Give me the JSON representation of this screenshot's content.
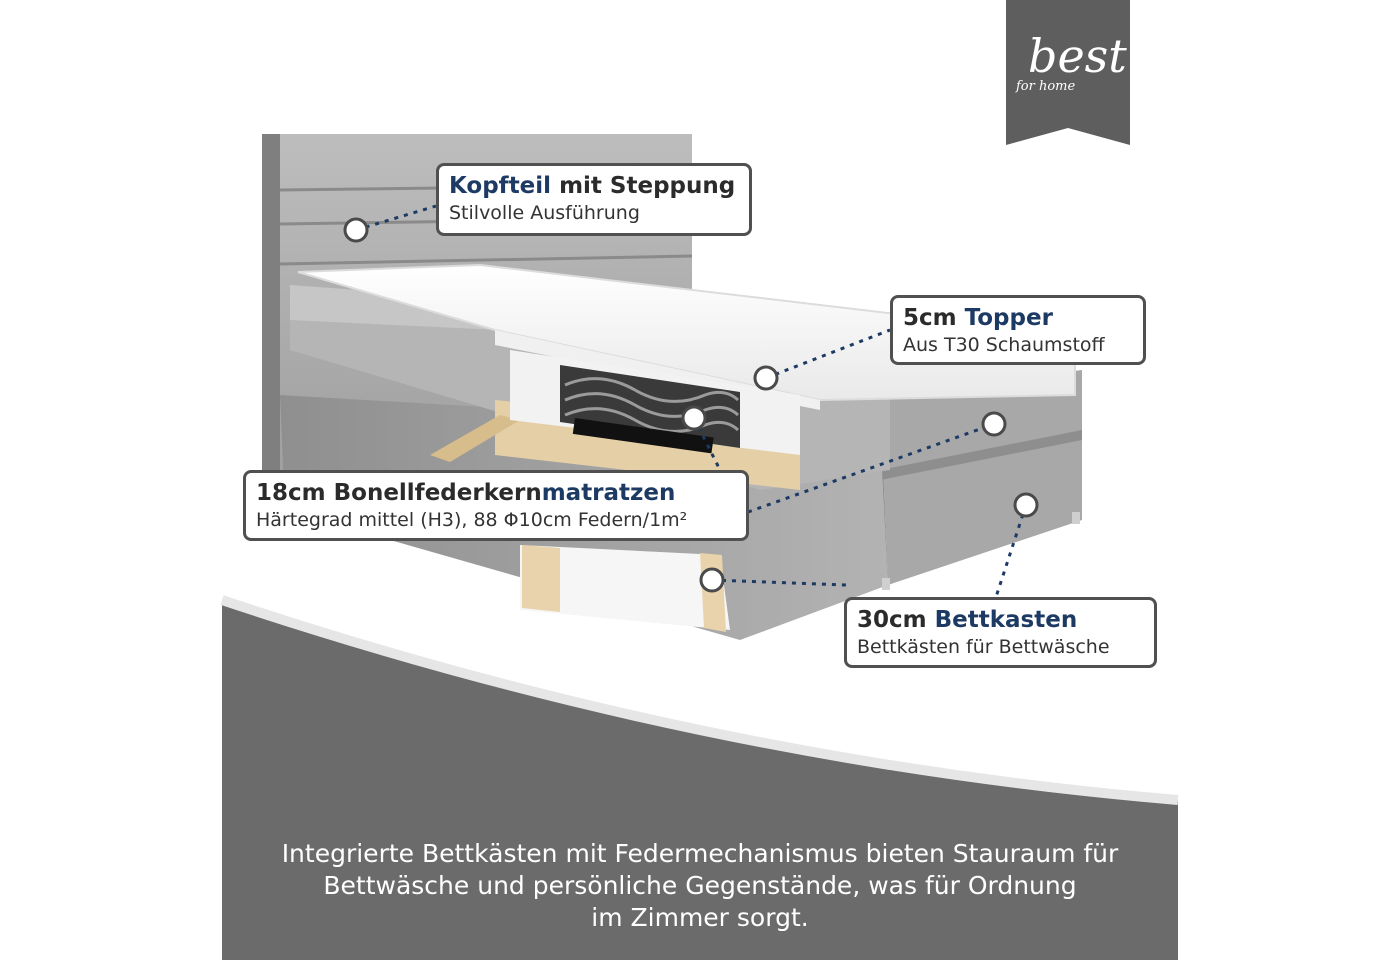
{
  "brand": {
    "logo_text": "best",
    "logo_subtext": "for home"
  },
  "callouts": {
    "kopfteil": {
      "title_part1": "Kopfteil",
      "title_part2": " mit Steppung",
      "subtitle": "Stilvolle Ausführung"
    },
    "topper": {
      "title_part1": "5cm ",
      "title_part2": "Topper",
      "subtitle": "Aus T30 Schaumstoff"
    },
    "matratze": {
      "title_part1": "18cm Bonellfederkern",
      "title_part2": "matratzen",
      "subtitle": "Härtegrad mittel (H3), 88 Φ10cm Federn/1m²"
    },
    "bettkasten": {
      "title_part1": "30cm ",
      "title_part2": "Bettkasten",
      "subtitle": "Bettkästen für Bettwäsche"
    }
  },
  "caption": {
    "line1": "Integrierte Bettkästen mit Federmechanismus bieten Stauraum für",
    "line2": "Bettwäsche und persönliche Gegenstände, was für Ordnung",
    "line3": "im Zimmer sorgt."
  },
  "colors": {
    "panel": "#6b6b6b",
    "accent_blue": "#1c3a63",
    "fabric": "#a9a9a9",
    "wood": "#e7d2ae"
  }
}
